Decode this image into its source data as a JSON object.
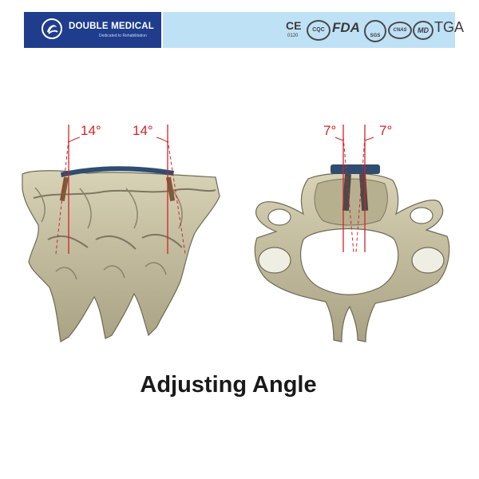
{
  "header": {
    "brand_name": "DOUBLE MEDICAL",
    "brand_tagline": "Dedicated to Rehabilitation",
    "certifications": {
      "ce": "CE",
      "ce_number": "0120",
      "ccc": "CQC",
      "fda": "FDA",
      "sgs": "SGS",
      "cnas": "CNAS",
      "md": "MD",
      "tga": "TGA"
    }
  },
  "figure": {
    "lateral_view": {
      "left_angle": "14°",
      "right_angle": "14°"
    },
    "axial_view": {
      "left_angle": "7°",
      "right_angle": "7°"
    }
  },
  "caption": "Adjusting Angle",
  "colors": {
    "brand_blue": "#1f3d8c",
    "cert_bar": "#bfe1f6",
    "bone": "#c9c2a4",
    "angle_line": "#d2232a",
    "plate": "#2f4d6e"
  }
}
